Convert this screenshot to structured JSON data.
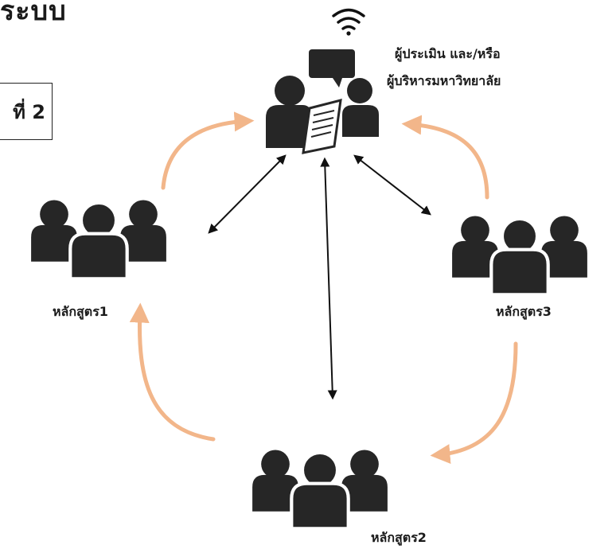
{
  "header": {
    "title_fragment": "ระบบ"
  },
  "box_label": "ที่ 2",
  "nodes": {
    "evaluator": {
      "line1": "ผู้ประเมิน และ/หรือ",
      "line2": "ผู้บริหารมหาวิทยาลัย"
    },
    "program1": {
      "label": "หลักสูตร1"
    },
    "program2": {
      "label": "หลักสูตร2"
    },
    "program3": {
      "label": "หลักสูตร3"
    }
  },
  "colors": {
    "cycle_arrow": "#f2b68a",
    "link_arrow": "#111111",
    "figure": "#262626"
  },
  "icons": {
    "evaluator": "wifi-icon"
  }
}
